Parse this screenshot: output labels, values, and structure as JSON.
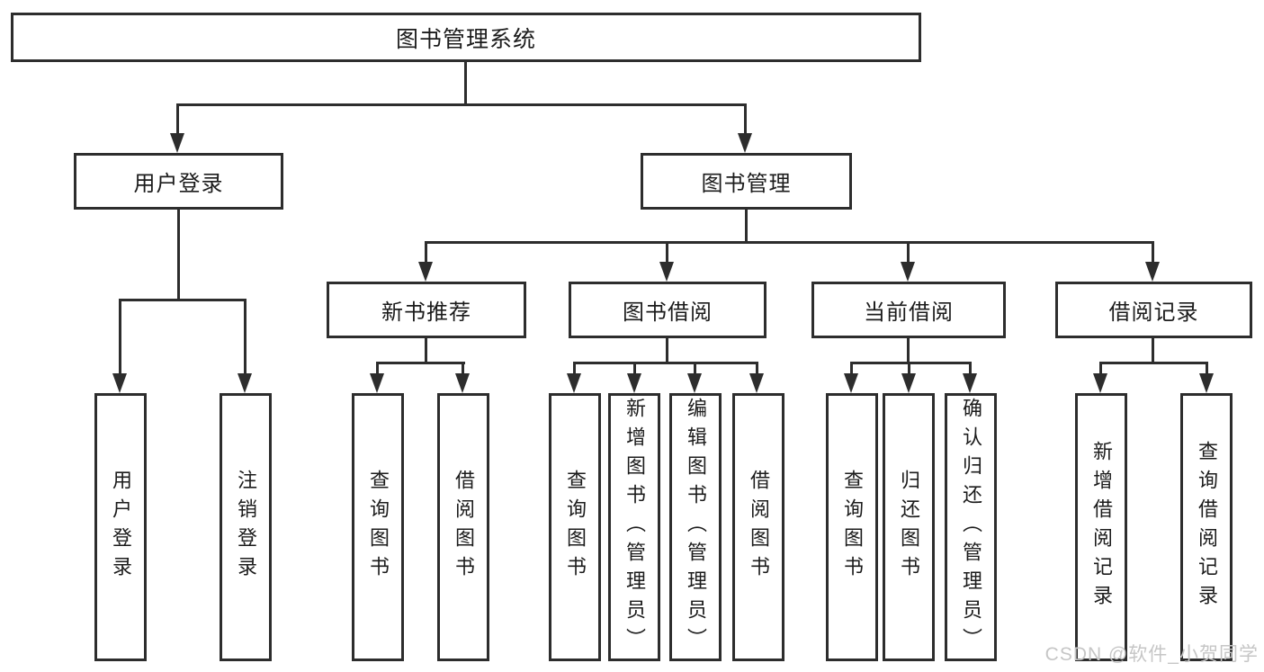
{
  "tree": {
    "label": "图书管理系统",
    "children": [
      {
        "label": "用户登录",
        "children": [
          {
            "label": "用户登录"
          },
          {
            "label": "注销登录"
          }
        ]
      },
      {
        "label": "图书管理",
        "children": [
          {
            "label": "新书推荐",
            "children": [
              {
                "label": "查询图书"
              },
              {
                "label": "借阅图书"
              }
            ]
          },
          {
            "label": "图书借阅",
            "children": [
              {
                "label": "查询图书"
              },
              {
                "label": "新增图书（管理员）"
              },
              {
                "label": "编辑图书（管理员）"
              },
              {
                "label": "借阅图书"
              }
            ]
          },
          {
            "label": "当前借阅",
            "children": [
              {
                "label": "查询图书"
              },
              {
                "label": "归还图书"
              },
              {
                "label": "确认归还（管理员）"
              }
            ]
          },
          {
            "label": "借阅记录",
            "children": [
              {
                "label": "新增借阅记录"
              },
              {
                "label": "查询借阅记录"
              }
            ]
          }
        ]
      }
    ]
  },
  "watermark": {
    "text": "CSDN @软件_小贺同学"
  },
  "colors": {
    "line": "#2d2d2d",
    "box_background": "#ffffff",
    "text": "#1c1c1c",
    "watermark": "#c6c6c6"
  }
}
